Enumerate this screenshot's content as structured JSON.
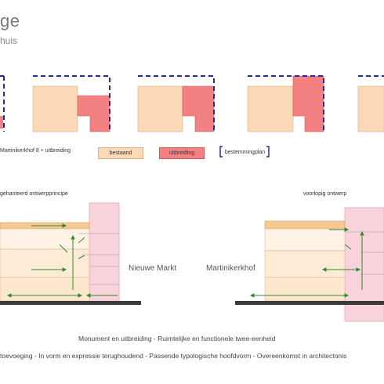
{
  "header": {
    "title": "ge",
    "subtitle": "huis"
  },
  "legend": {
    "context_label": "Martinikerkhof 8 + uitbreiding",
    "bestaand": "bestaand",
    "uitbreiding": "uitbreiding",
    "bestemmingsplan": "bestemmingplan"
  },
  "sections": {
    "left_title": "gehanteerd ontwerpprincipe",
    "right_title": "voorlopig ontwerp",
    "street_left": "Nieuwe Markt",
    "street_right": "Martinikerkhof"
  },
  "captions": {
    "line1": "Monument en uitbreiding - Ruimtelijke en functionele twee-eenheid",
    "line2": "toevoeging - In vorm en expressie terughoudend - Passende typologische hoofdvorm - Overeenkomst in architectonis"
  },
  "colors": {
    "bestaand": "#fbd9b6",
    "uitbreiding": "#f48181",
    "bestemmingsplan": "#2a2a9a",
    "section_pink": "#f9d3dc",
    "arrow": "#2e8b2e"
  }
}
